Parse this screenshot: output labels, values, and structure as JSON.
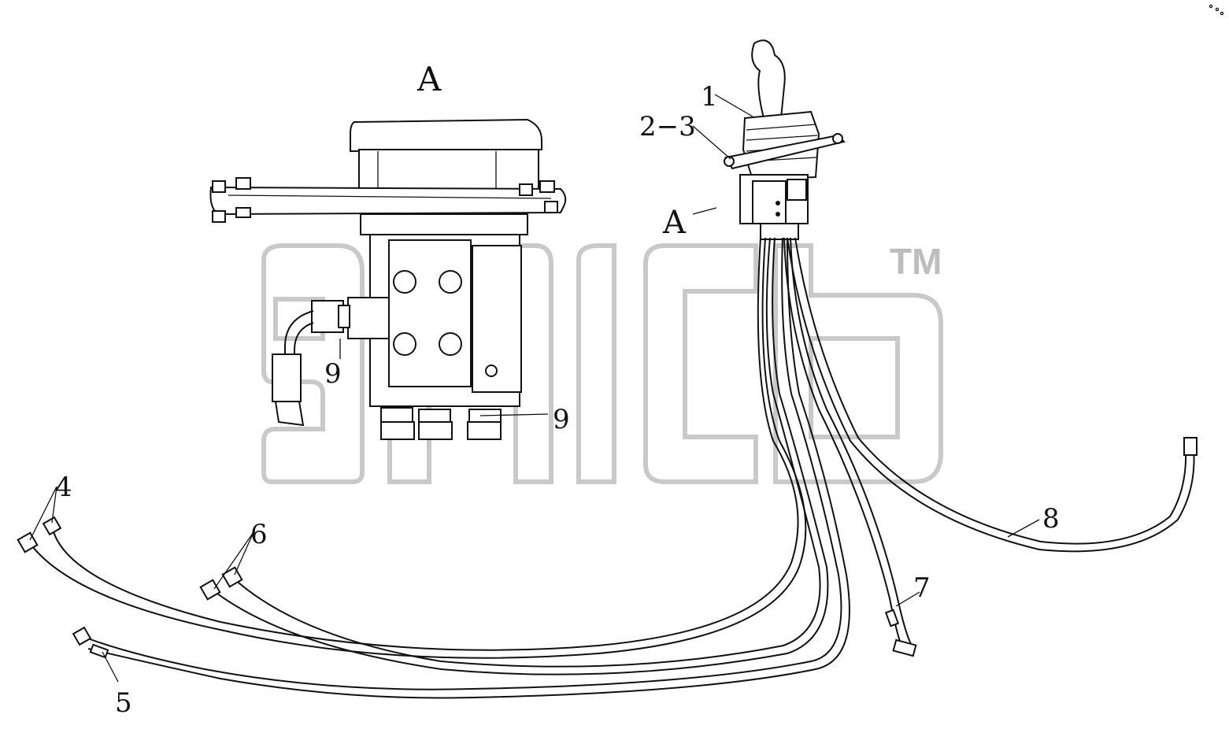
{
  "diagram": {
    "view_label_top": "A",
    "view_label_side": "A",
    "callouts": {
      "c1": "1",
      "c2_3": "2−3",
      "c4": "4",
      "c5": "5",
      "c6": "6",
      "c7": "7",
      "c8": "8",
      "c9a": "9",
      "c9b": "9"
    },
    "watermark": {
      "trademark": "TM"
    }
  }
}
